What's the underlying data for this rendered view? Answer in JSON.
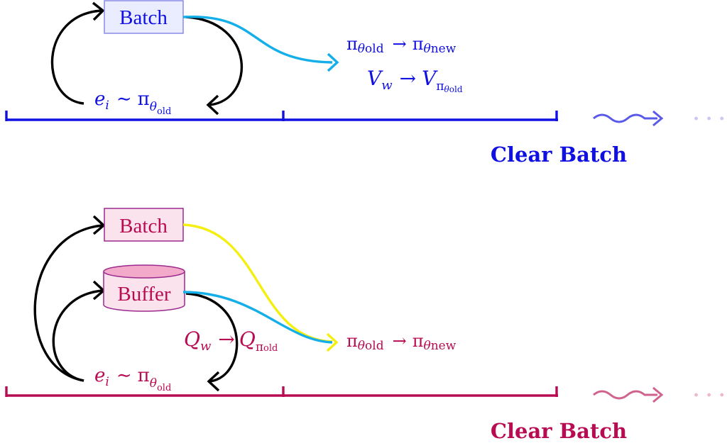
{
  "colors": {
    "blue": "#1010e0",
    "crimson": "#b80c52",
    "cyan": "#14aee8",
    "yellow": "#f4ef10",
    "arrow": "#000000",
    "blue_box_fill": "#eaecff",
    "crimson_box_fill": "#fbe3ee",
    "buffer_top_fill": "#f3a9c9",
    "wave_blue": "#5a5ae8",
    "wave_crimson": "#d0628e",
    "dots_blue": "#c9c9f4",
    "dots_crimson": "#eeb9cc"
  },
  "top": {
    "batch_label": "Batch",
    "sample": {
      "e": "e",
      "e_sub": "i",
      "sim": "∼",
      "pi": "π",
      "theta": "θ",
      "sub_old": "old"
    },
    "policy_update": {
      "pi": "π",
      "theta": "θ",
      "old": "old",
      "arrow": "→",
      "new": "new"
    },
    "value_update": {
      "V": "V",
      "w": "w",
      "arrow": "→",
      "pi": "π",
      "theta": "θ",
      "old": "old"
    },
    "clear_label": "Clear Batch",
    "ellipsis": "· · ·"
  },
  "bottom": {
    "batch_label": "Batch",
    "buffer_label": "Buffer",
    "sample": {
      "e": "e",
      "e_sub": "i",
      "sim": "∼",
      "pi": "π",
      "theta": "θ",
      "sub_old": "old"
    },
    "policy_update": {
      "pi": "π",
      "theta": "θ",
      "old": "old",
      "arrow": "→",
      "new": "new"
    },
    "q_update": {
      "Q": "Q",
      "w": "w",
      "arrow": "→",
      "pi": "π",
      "old": "old"
    },
    "clear_label": "Clear Batch",
    "ellipsis": "· · ·"
  }
}
